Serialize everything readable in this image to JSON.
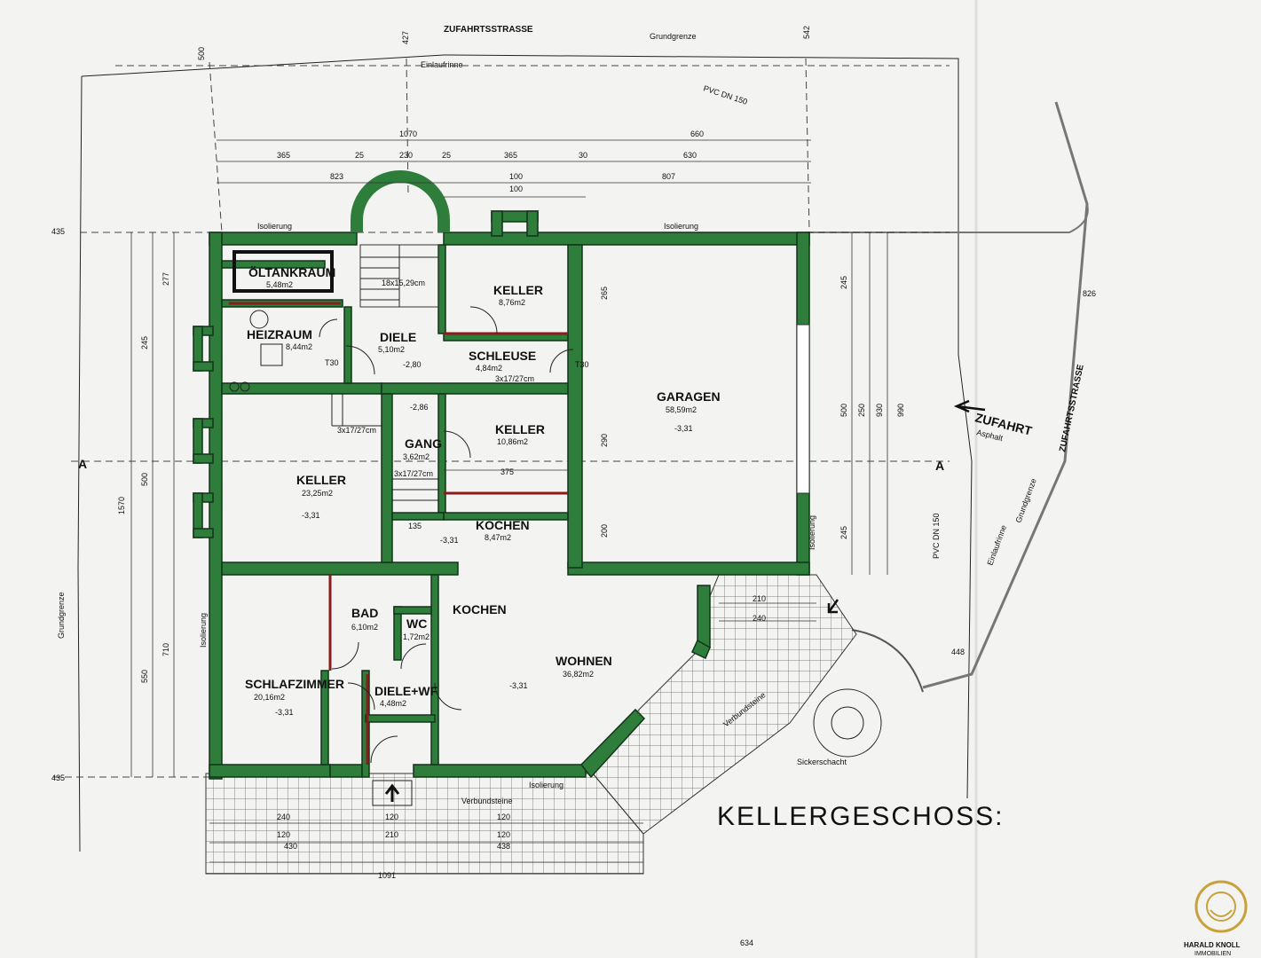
{
  "title": "KELLERGESCHOSS:",
  "streets": {
    "top": "ZUFAHRTSSTRASSE",
    "right": "ZUFAHRTSSTRASSE"
  },
  "entrance": {
    "label": "ZUFAHRT",
    "sub": "Asphalt"
  },
  "labels": {
    "grundgrenze": "Grundgrenze",
    "einlaufrinne": "Einlaufrinne",
    "pvc": "PVC DN 150",
    "isolierung": "Isolierung",
    "verbundsteine": "Verbundsteine",
    "sickerschacht": "Sickerschacht",
    "t30": "T30"
  },
  "rooms": [
    {
      "name": "ÖLTANKRAUM",
      "area": "5,48m2"
    },
    {
      "name": "HEIZRAUM",
      "area": "8,44m2"
    },
    {
      "name": "DIELE",
      "area": "5,10m2"
    },
    {
      "name": "KELLER",
      "area": "8,76m2"
    },
    {
      "name": "SCHLEUSE",
      "area": "4,84m2"
    },
    {
      "name": "GARAGEN",
      "area": "58,59m2"
    },
    {
      "name": "KELLER",
      "area": "10,86m2"
    },
    {
      "name": "GANG",
      "area": "3,62m2"
    },
    {
      "name": "KELLER",
      "area": "23,25m2"
    },
    {
      "name": "KOCHEN",
      "area": "8,47m2"
    },
    {
      "name": "BAD",
      "area": "6,10m2"
    },
    {
      "name": "WC",
      "area": "1,72m2"
    },
    {
      "name": "KOCHEN",
      "area": ""
    },
    {
      "name": "WOHNEN",
      "area": "36,82m2"
    },
    {
      "name": "SCHLAFZIMMER",
      "area": "20,16m2"
    },
    {
      "name": "DIELE+WF",
      "area": "4,48m2"
    }
  ],
  "levels": {
    "l331": "-3,31",
    "l280": "-2,80",
    "l286": "-2,86"
  },
  "dims": {
    "top_total": "1070",
    "top_left": "823",
    "top_right": "660",
    "top_right2": "630",
    "top_right3": "807",
    "seg365": "365",
    "seg25": "25",
    "seg230": "230",
    "seg30": "30",
    "seg100": "100",
    "left_total": "1570",
    "left_710": "710",
    "left_550": "550",
    "left_500": "500",
    "left_245": "245",
    "left_277": "277",
    "right_990": "990",
    "right_930": "930",
    "right_500": "500",
    "right_250": "250",
    "right_245": "245",
    "bottom_1091": "1091",
    "bottom_430": "430",
    "bottom_438": "438",
    "bottom_240": "240",
    "bottom_120": "120",
    "bottom_210": "210",
    "s375": "375",
    "s135": "135",
    "s290": "290",
    "s200": "200",
    "s265": "265",
    "gp427": "427",
    "gp542": "542",
    "gp500": "500",
    "gp435": "435",
    "gp435b": "435",
    "gp826": "826",
    "gp448": "448",
    "gp634": "634"
  },
  "stairs": {
    "main": "18x15,29cm",
    "s1": "3x17/27cm",
    "s2": "3x17/27cm",
    "s3": "3x17/27cm"
  },
  "section_mark": "A",
  "watermark": {
    "line1": "HARALD KNOLL",
    "line2": "IMMOBILIEN"
  }
}
